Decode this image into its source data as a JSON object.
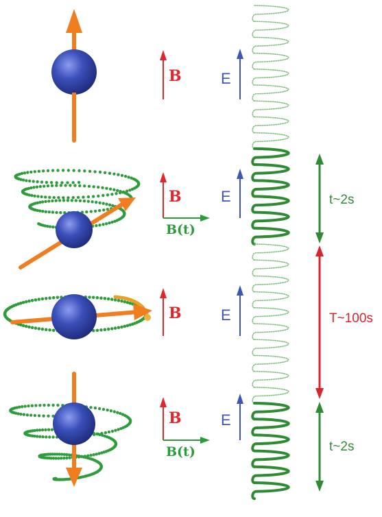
{
  "labels": {
    "b_field": "B",
    "b_rf": "B(t)",
    "e_field": "E",
    "pulse_time_1": "t~2s",
    "free_precession": "T~100s",
    "pulse_time_2": "t~2s"
  },
  "colors": {
    "sphere": "#3a4fb8",
    "spin_arrow": "#f07d1e",
    "b_field": "#e3262c",
    "e_field": "#3d55b5",
    "rf_field": "#2a9a3a",
    "helix_dots": "#2f9c3c",
    "interval_green": "#2e8b34",
    "interval_red": "#d9242a"
  },
  "icons": [
    "spin-sphere-icon",
    "spin-arrow-icon",
    "helix-trajectory-icon",
    "rf-wave-icon"
  ]
}
